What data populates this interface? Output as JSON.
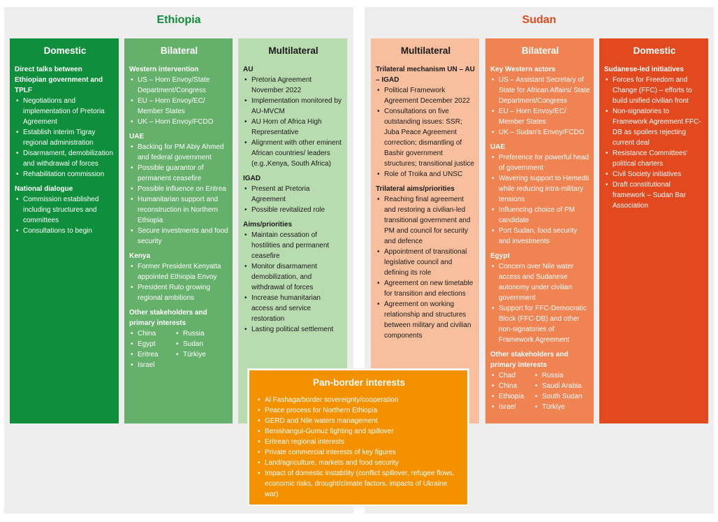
{
  "colors": {
    "ethiopia_title": "#0f8b3a",
    "sudan_title": "#e2491f",
    "eth_domestic": "#0f8f3c",
    "eth_bilateral": "#65b06a",
    "eth_multilateral": "#b9dbb0",
    "sud_multilateral": "#f7bf9e",
    "sud_bilateral": "#ef8352",
    "sud_domestic": "#e2491f",
    "pan_border": "#f39100"
  },
  "ethiopia": {
    "title": "Ethiopia",
    "domestic": {
      "title": "Domestic",
      "sections": [
        {
          "heading": "Direct talks between Ethiopian government and TPLF",
          "items": [
            "Negotiations and implementation of Pretoria Agreement",
            "Establish interim Tigray regional administration",
            "Disarmament, demobilization and withdrawal of forces",
            "Rehabilitation commission"
          ]
        },
        {
          "heading": "National dialogue",
          "items": [
            "Commission established including structures and committees",
            "Consultations to begin"
          ]
        }
      ]
    },
    "bilateral": {
      "title": "Bilateral",
      "sections": [
        {
          "heading": "Western intervention",
          "items": [
            "US – Horn Envoy/State Department/Congress",
            "EU – Horn Envoy/EC/ Member States",
            "UK – Horn Envoy/FCDO"
          ]
        },
        {
          "heading": "UAE",
          "items": [
            "Backing for PM Abiy Ahmed and federal government",
            "Possible guarantor of permanent ceasefire",
            "Possible influence on Eritrea",
            "Humanitarian support and reconstruction in Northern Ethiopia",
            "Secure investments and food security"
          ]
        },
        {
          "heading": "Kenya",
          "items": [
            "Former President Kenyatta appointed Ethiopia Envoy",
            "President Ruto growing regional ambitions"
          ]
        }
      ],
      "stakeholders": {
        "heading": "Other stakeholders and primary interests",
        "col1": [
          "China",
          "Egypt",
          "Eritrea",
          "Israel"
        ],
        "col2": [
          "Russia",
          "Sudan",
          "Türkiye"
        ]
      }
    },
    "multilateral": {
      "title": "Multilateral",
      "sections": [
        {
          "heading": "AU",
          "items": [
            "Pretoria Agreement November 2022",
            "Implementation monitored by AU-MVCM",
            "AU Horn of Africa High Representative",
            "Alignment with other eminent African countries/ leaders (e.g.,Kenya, South Africa)"
          ]
        },
        {
          "heading": "IGAD",
          "items": [
            "Present at Pretoria Agreement",
            "Possible revitalized role"
          ]
        },
        {
          "heading": "Aims/priorities",
          "items": [
            "Maintain cessation of hostilities and permanent ceasefire",
            "Monitor disarmament demobilization, and withdrawal of forces",
            "Increase humanitarian access and service restoration",
            "Lasting political settlement"
          ]
        }
      ]
    }
  },
  "sudan": {
    "title": "Sudan",
    "multilateral": {
      "title": "Multilateral",
      "sections": [
        {
          "heading": "Trilateral mechanism UN – AU – IGAD",
          "items": [
            "Political Framework Agreement December 2022",
            "Consultations on five outstanding issues: SSR; Juba Peace Agreement correction; dismantling of Bashir government structures; transitional justice",
            "Role of Troika and UNSC"
          ]
        },
        {
          "heading": "Trilateral aims/priorities",
          "items": [
            "Reaching final agreement and restoring a civilian-led transitional government and PM and council for security and defence",
            "Appointment of transitional legislative council and defining its role",
            "Agreement on new timetable for transition and elections",
            "Agreement on working relationship and structures between military and civilian components"
          ]
        }
      ]
    },
    "bilateral": {
      "title": "Bilateral",
      "sections": [
        {
          "heading": "Key Western actors",
          "items": [
            "US – Assistant Secretary of State for African Affairs/ State Department/Congress",
            "EU – Horn Envoy/EC/ Member States",
            "UK – Sudan's Envoy/FCDO"
          ]
        },
        {
          "heading": "UAE",
          "items": [
            "Preference for powerful head of government",
            "Wavering support to Hemedti while reducing intra-military tensions",
            "Influencing choice of PM candidate",
            "Port Sudan, food security and investments"
          ]
        },
        {
          "heading": "Egypt",
          "items": [
            "Concern over Nile water access and Sudanese autonomy under civilian government",
            "Support for FFC-Democratic Block (FFC-DB) and other non-signatories of Framework Agreement"
          ]
        }
      ],
      "stakeholders": {
        "heading": "Other stakeholders and primary interests",
        "col1": [
          "Chad",
          "China",
          "Ethiopia",
          "Israel"
        ],
        "col2": [
          "Russia",
          "Saudi Arabia",
          "South Sudan",
          "Türkiye"
        ]
      }
    },
    "domestic": {
      "title": "Domestic",
      "sections": [
        {
          "heading": "Sudanese-led initiatives",
          "items": [
            "Forces for Freedom and Change (FFC) – efforts to build unified civilian front",
            "Non-signatories to Framework Agreement FFC-DB as spoilers rejecting current deal",
            "Resistance Committees' political charters",
            "Civil Society initiatives",
            "Draft constitutional framework – Sudan Bar Association"
          ]
        }
      ]
    }
  },
  "pan_border": {
    "title": "Pan-border interests",
    "items": [
      "Al Fashaga/border sovereignty/cooperation",
      "Peace process for Northern Ethiopia",
      "GERD and Nile waters management",
      "Benishangul-Gumuz fighting and spillover",
      "Eritrean regional interests",
      "Private commercial interests of key figures",
      "Land/agriculture, markets and food security",
      "Impact of domestic instability (conflict spillover, refugee flows, economic risks, drought/climate factors, impacts of Ukraine war)"
    ]
  }
}
